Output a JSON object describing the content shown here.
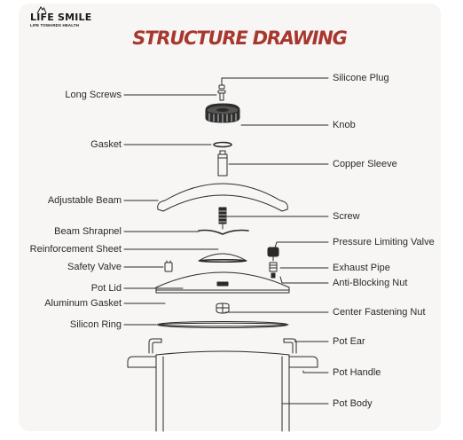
{
  "brand": {
    "name": "LIFE SMILE",
    "tagline": "LIFE TOWARDS HEALTH"
  },
  "title": "STRUCTURE DRAWING",
  "labels_left": [
    "Long Screws",
    "Gasket",
    "Adjustable Beam",
    "Beam Shrapnel",
    "Reinforcement Sheet",
    "Safety Valve",
    "Pot Lid",
    "Aluminum Gasket",
    "Silicon Ring"
  ],
  "labels_right": [
    "Silicone Plug",
    "Knob",
    "Copper Sleeve",
    "Screw",
    "Pressure Limiting Valve",
    "Exhaust Pipe",
    "Anti-Blocking Nut",
    "Center Fastening Nut",
    "Pot Ear",
    "Pot Handle",
    "Pot Body"
  ],
  "colors": {
    "title": "#a8372e",
    "line": "#2a2a2a",
    "background": "#f7f6f4"
  }
}
